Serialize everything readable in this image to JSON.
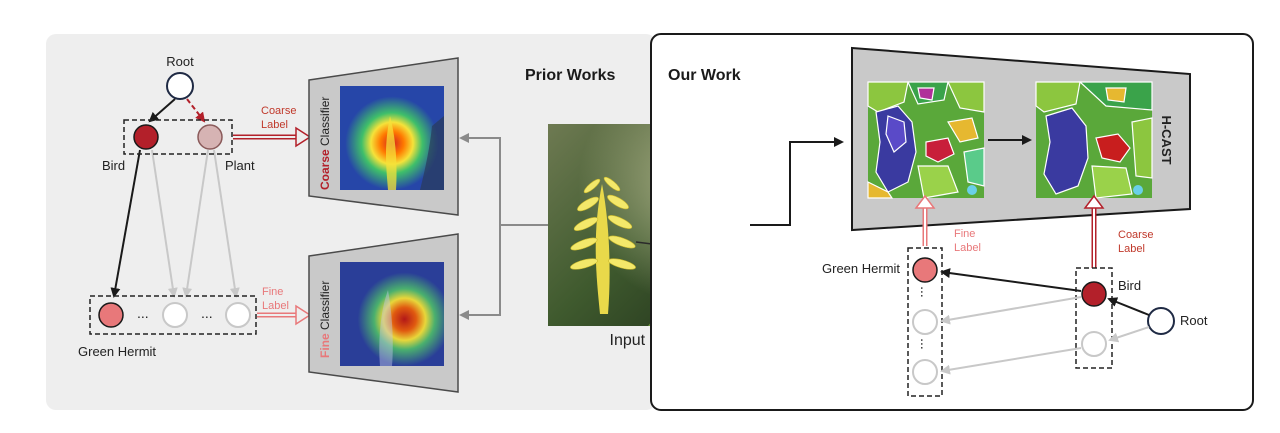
{
  "prior": {
    "title": "Prior Works",
    "root": "Root",
    "bird": "Bird",
    "plant": "Plant",
    "green_hermit": "Green Hermit",
    "coarse_label": [
      "Coarse",
      "Label"
    ],
    "fine_label": [
      "Fine",
      "Label"
    ],
    "coarse_classifier": {
      "prefix": "Coarse",
      "rest": " Classifier"
    },
    "fine_classifier": {
      "prefix": "Fine",
      "rest": " Classifier"
    },
    "ellipsis": "..."
  },
  "input_image_label": "Input  Image",
  "ours": {
    "title": "Our Work",
    "model": "H-CAST",
    "root": "Root",
    "bird": "Bird",
    "green_hermit": "Green Hermit",
    "fine_label": [
      "Fine",
      "Label"
    ],
    "coarse_label": [
      "Coarse",
      "Label"
    ],
    "ellipsis": "..."
  },
  "colors": {
    "coarse_red": "#b3202a",
    "fine_pink": "#e8787a",
    "node_dark": "#1f2a44",
    "gray_bg": "#eeeeee"
  }
}
